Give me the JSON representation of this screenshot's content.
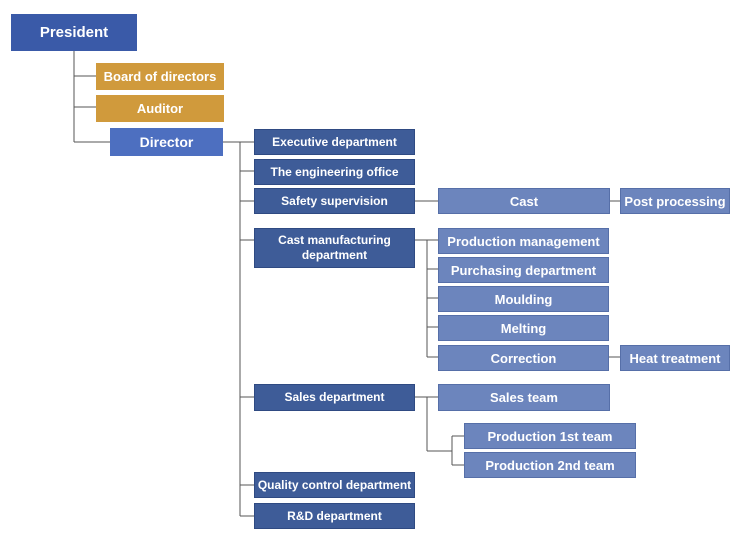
{
  "org_chart": {
    "president": "President",
    "board": "Board of directors",
    "auditor": "Auditor",
    "director": "Director",
    "departments": {
      "executive": "Executive department",
      "engineering": "The engineering office",
      "safety": "Safety supervision",
      "cast_mfg": "Cast manufacturing department",
      "sales": "Sales department",
      "quality": "Quality control department",
      "rnd": "R&D department"
    },
    "units": {
      "cast": "Cast",
      "post_processing": "Post processing",
      "production_management": "Production management",
      "purchasing": "Purchasing department",
      "moulding": "Moulding",
      "melting": "Melting",
      "correction": "Correction",
      "heat_treatment": "Heat treatment",
      "sales_team": "Sales team",
      "production_1st": "Production 1st team",
      "production_2nd": "Production 2nd team"
    }
  },
  "colors": {
    "president": "#3a5aa8",
    "gold": "#d09a3c",
    "director": "#4d6fc0",
    "department": "#3e5c98",
    "unit": "#6c85bd",
    "line": "#555555"
  }
}
